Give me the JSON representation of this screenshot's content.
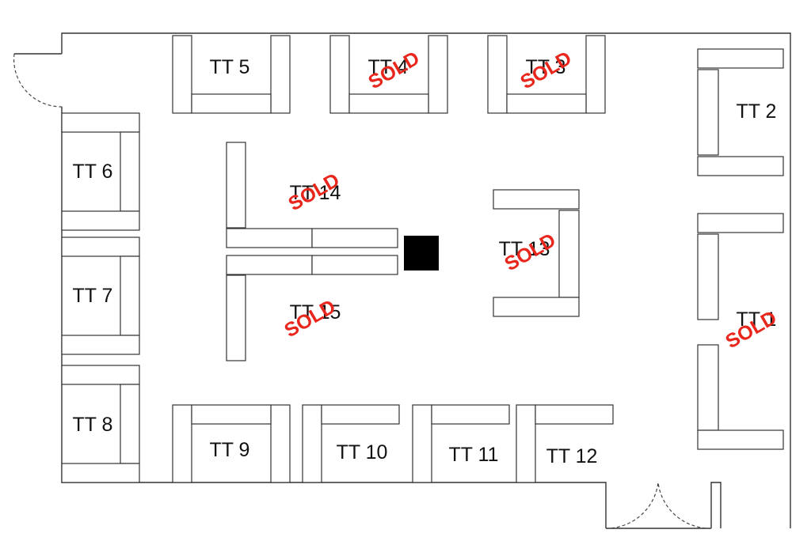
{
  "floorplan": {
    "booths": [
      {
        "id": "tt1",
        "label": "TT 1",
        "sold": true
      },
      {
        "id": "tt2",
        "label": "TT 2",
        "sold": false
      },
      {
        "id": "tt3",
        "label": "TT 3",
        "sold": true
      },
      {
        "id": "tt4",
        "label": "TT 4",
        "sold": true
      },
      {
        "id": "tt5",
        "label": "TT 5",
        "sold": false
      },
      {
        "id": "tt6",
        "label": "TT 6",
        "sold": false
      },
      {
        "id": "tt7",
        "label": "TT 7",
        "sold": false
      },
      {
        "id": "tt8",
        "label": "TT 8",
        "sold": false
      },
      {
        "id": "tt9",
        "label": "TT 9",
        "sold": false
      },
      {
        "id": "tt10",
        "label": "TT 10",
        "sold": false
      },
      {
        "id": "tt11",
        "label": "TT 11",
        "sold": false
      },
      {
        "id": "tt12",
        "label": "TT 12",
        "sold": false
      },
      {
        "id": "tt13",
        "label": "TT 13",
        "sold": true
      },
      {
        "id": "tt14",
        "label": "TT 14",
        "sold": true
      },
      {
        "id": "tt15",
        "label": "TT 15",
        "sold": true
      }
    ],
    "sold_text": "SOLD",
    "colors": {
      "sold": "#e8261c",
      "walls": "#333333",
      "pillar": "#000000"
    }
  }
}
